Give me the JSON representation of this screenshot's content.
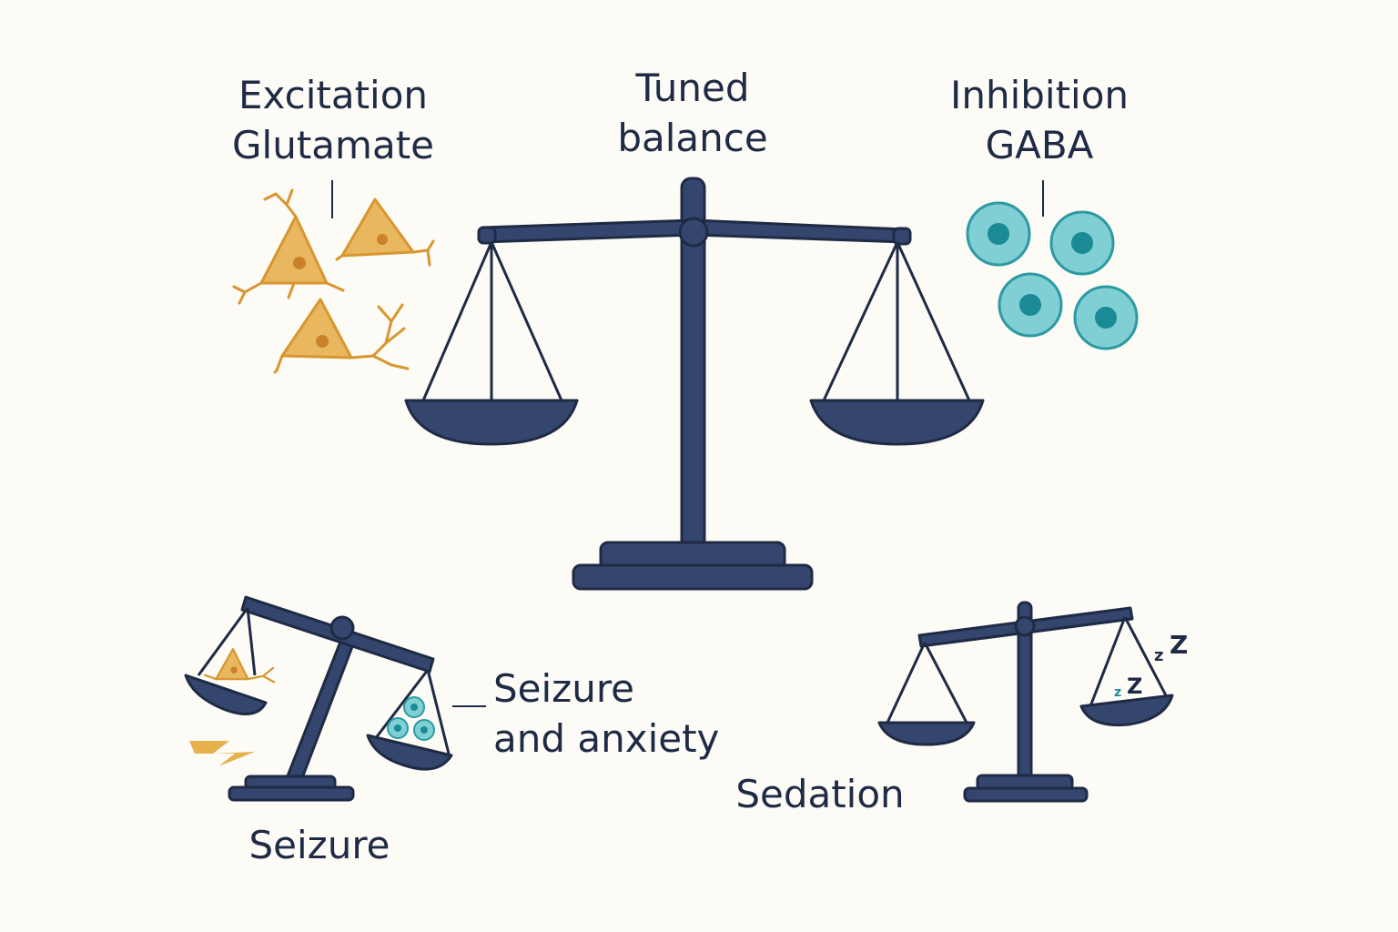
{
  "excitation": {
    "line1": "Excitation",
    "line2": "Glutamate"
  },
  "center": {
    "line1": "Tuned",
    "line2": "balance"
  },
  "inhibition": {
    "line1": "Inhibition",
    "line2": "GABA"
  },
  "seizure_anxiety": {
    "line1": "Seizure",
    "line2": "and anxiety"
  },
  "seizure": {
    "label": "Seizure"
  },
  "sedation": {
    "label": "Sedation"
  },
  "colors": {
    "scale": "#34466e",
    "outline": "#1f2a44",
    "excitatory": "#e6b04a",
    "inhibitory": "#7fcfd4",
    "inhibitory_nucleus": "#1a8a94",
    "background": "#fcfbf6"
  }
}
